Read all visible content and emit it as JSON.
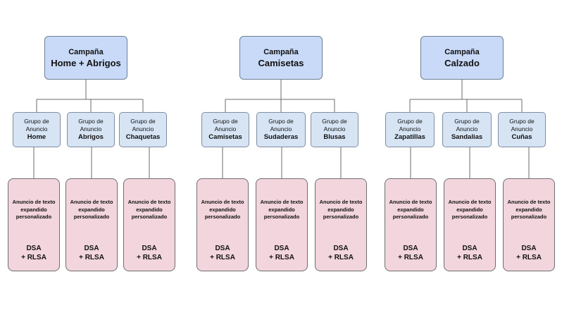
{
  "colors": {
    "campaign_fill": "#c9daf8",
    "group_fill": "#d6e4f4",
    "ad_fill": "#f2d5dd",
    "connector": "#6b6b6b"
  },
  "campaigns": [
    {
      "label": "Campaña",
      "name": "Home + Abrigos",
      "groups": [
        {
          "label": "Grupo de Anuncio",
          "name": "Home",
          "ad": {
            "text": "Anuncio de texto expandido personalizado",
            "dsa": "DSA",
            "rlsa": "+ RLSA"
          }
        },
        {
          "label": "Grupo de Anuncio",
          "name": "Abrigos",
          "ad": {
            "text": "Anuncio de texto expandido personalizado",
            "dsa": "DSA",
            "rlsa": "+ RLSA"
          }
        },
        {
          "label": "Grupo de Anuncio",
          "name": "Chaquetas",
          "ad": {
            "text": "Anuncio de texto expandido personalizado",
            "dsa": "DSA",
            "rlsa": "+ RLSA"
          }
        }
      ]
    },
    {
      "label": "Campaña",
      "name": "Camisetas",
      "groups": [
        {
          "label": "Grupo de Anuncio",
          "name": "Camisetas",
          "ad": {
            "text": "Anuncio de texto expandido personalizado",
            "dsa": "DSA",
            "rlsa": "+ RLSA"
          }
        },
        {
          "label": "Grupo de Anuncio",
          "name": "Sudaderas",
          "ad": {
            "text": "Anuncio de texto expandido personalizado",
            "dsa": "DSA",
            "rlsa": "+ RLSA"
          }
        },
        {
          "label": "Grupo de Anuncio",
          "name": "Blusas",
          "ad": {
            "text": "Anuncio de texto expandido personalizado",
            "dsa": "DSA",
            "rlsa": "+ RLSA"
          }
        }
      ]
    },
    {
      "label": "Campaña",
      "name": "Calzado",
      "groups": [
        {
          "label": "Grupo de Anuncio",
          "name": "Zapatillas",
          "ad": {
            "text": "Anuncio de texto expandido personalizado",
            "dsa": "DSA",
            "rlsa": "+ RLSA"
          }
        },
        {
          "label": "Grupo de Anuncio",
          "name": "Sandalias",
          "ad": {
            "text": "Anuncio de texto expandido personalizado",
            "dsa": "DSA",
            "rlsa": "+ RLSA"
          }
        },
        {
          "label": "Grupo de Anuncio",
          "name": "Cuñas",
          "ad": {
            "text": "Anuncio de texto expandido personalizado",
            "dsa": "DSA",
            "rlsa": "+ RLSA"
          }
        }
      ]
    }
  ]
}
